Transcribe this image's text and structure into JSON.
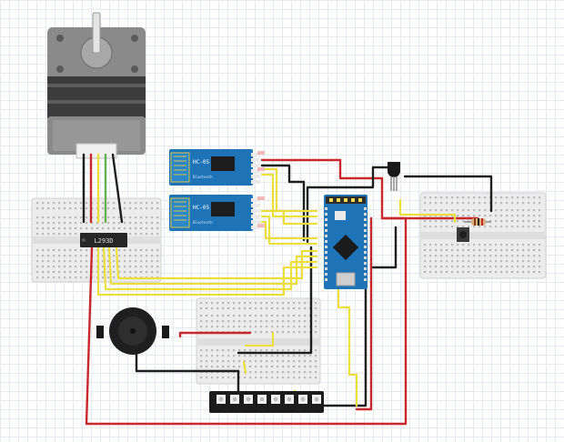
{
  "components": {
    "stepper_motor": {
      "kind": "stepper-motor"
    },
    "driver_chip": {
      "label": "L293D"
    },
    "bluetooth_1": {
      "label": "HC-05",
      "sublabel": "Bluetooth"
    },
    "bluetooth_2": {
      "label": "HC-05",
      "sublabel": "Bluetooth"
    },
    "arduino": {
      "kind": "arduino-nano"
    },
    "temp_sensor": {
      "kind": "transistor-sensor"
    },
    "button": {
      "kind": "push-button"
    },
    "resistor": {
      "kind": "resistor"
    },
    "buzzer": {
      "kind": "piezo-buzzer"
    },
    "led_strip": {
      "kind": "neopixel-strip",
      "led_count": 8
    }
  },
  "breadboards": [
    "left",
    "right",
    "middle"
  ],
  "colors": {
    "wire_red": "#c8282c",
    "wire_black": "#1e1e1e",
    "wire_yellow": "#ecde3c",
    "wire_green": "#5fb24f",
    "board_blue": "#1f73b7",
    "breadboard": "#ececec",
    "motor_body": "#7c7c7c",
    "chip": "#262626"
  }
}
